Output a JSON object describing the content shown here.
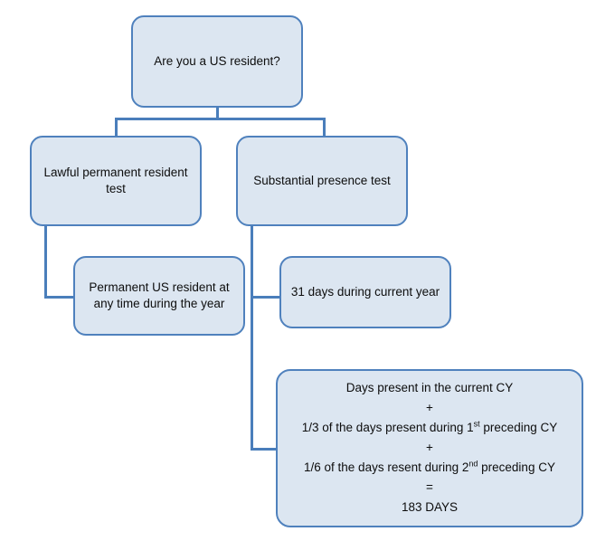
{
  "diagram": {
    "title": "US residency determination flowchart",
    "colors": {
      "node_fill": "#dce6f1",
      "node_border": "#4f81bd",
      "connector": "#4a7ebb",
      "text": "#0d0d0d",
      "background": "#ffffff"
    },
    "nodes": {
      "root": {
        "label": "Are you a US resident?"
      },
      "lawful_test": {
        "label": "Lawful permanent resident test"
      },
      "substantial_test": {
        "label": "Substantial presence test"
      },
      "permanent_resident": {
        "label": "Permanent US resident at any time during the year"
      },
      "thirty_one_days": {
        "label": "31 days during current year"
      },
      "formula": {
        "lines": [
          {
            "text": "Days present in the current CY"
          },
          {
            "text": "+"
          },
          {
            "prefix": "1/3 of the days present during 1",
            "sup": "st",
            "suffix": " preceding CY"
          },
          {
            "text": "+"
          },
          {
            "prefix": "1/6 of the days resent during 2",
            "sup": "nd",
            "suffix": " preceding CY"
          },
          {
            "text": "="
          },
          {
            "text": "183 DAYS"
          }
        ]
      }
    }
  }
}
